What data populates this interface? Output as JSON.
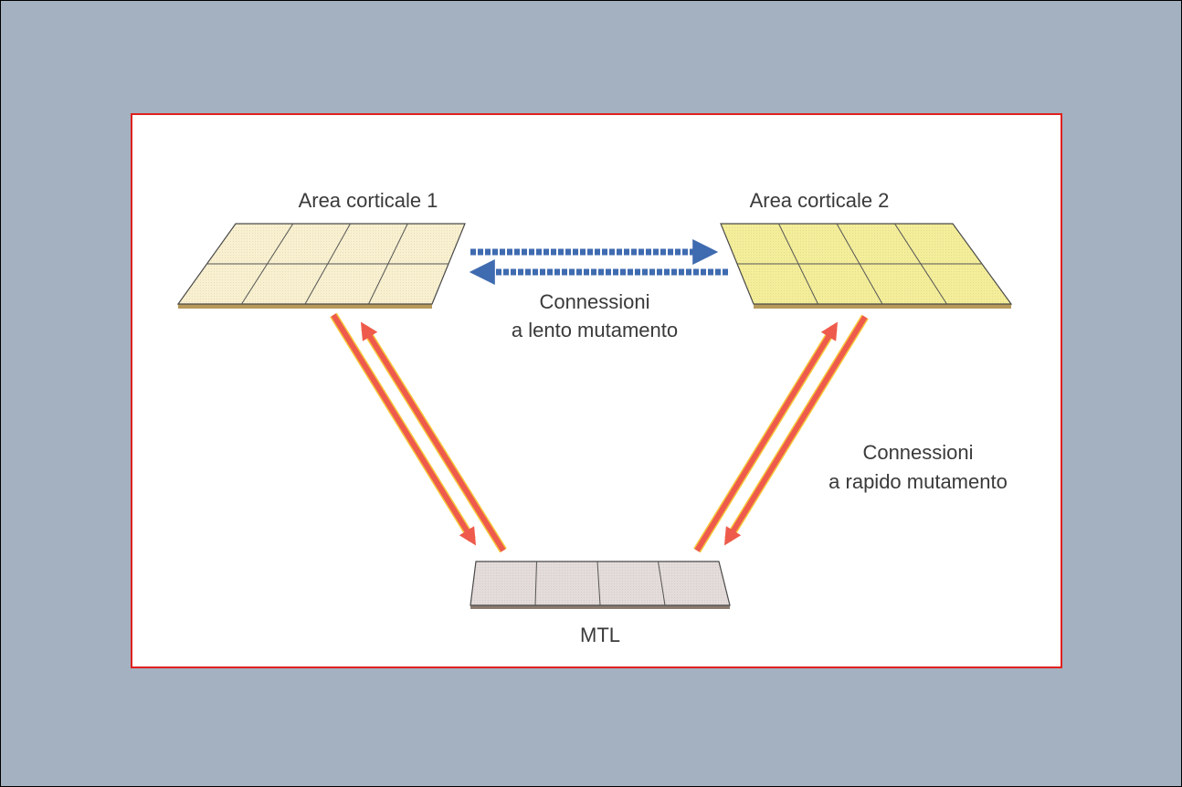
{
  "labels": {
    "area1": "Area corticale 1",
    "area2": "Area corticale 2",
    "slow_line1": "Connessioni",
    "slow_line2": "a lento mutamento",
    "fast_line1": "Connessioni",
    "fast_line2": "a rapido mutamento",
    "mtl": "MTL"
  },
  "colors": {
    "background": "#a3b1c0",
    "frame": "#e0201e",
    "area1_fill": "#f8f0cf",
    "area2_fill": "#f4ee9a",
    "mtl_fill": "#e4dcda",
    "slow_arrow": "#3f6bb0",
    "fast_arrow": "#ee5b4c",
    "fast_arrow_edge": "#f6c83c"
  }
}
